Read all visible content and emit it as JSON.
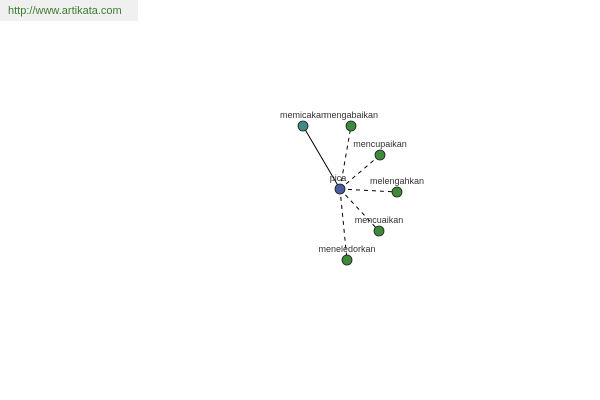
{
  "header": {
    "url": "http://www.artikata.com"
  },
  "colors": {
    "center": "#4a5d9e",
    "solid": "#3f8a86",
    "dashed": "#3f8a3a",
    "edge": "#000000",
    "url_text": "#3b7d2e"
  },
  "graph": {
    "center": {
      "id": "pica",
      "label": "pica",
      "icon": "circle-node"
    },
    "nodes": [
      {
        "id": "memicakan",
        "label": "memicakan",
        "edge": "solid"
      },
      {
        "id": "mengabaikan",
        "label": "mengabaikan",
        "edge": "dashed"
      },
      {
        "id": "mencupaikan",
        "label": "mencupaikan",
        "edge": "dashed"
      },
      {
        "id": "melengahkan",
        "label": "melengahkan",
        "edge": "dashed"
      },
      {
        "id": "mencuaikan",
        "label": "mencuaikan",
        "edge": "dashed"
      },
      {
        "id": "meneledorkan",
        "label": "meneledorkan",
        "edge": "dashed"
      }
    ]
  }
}
